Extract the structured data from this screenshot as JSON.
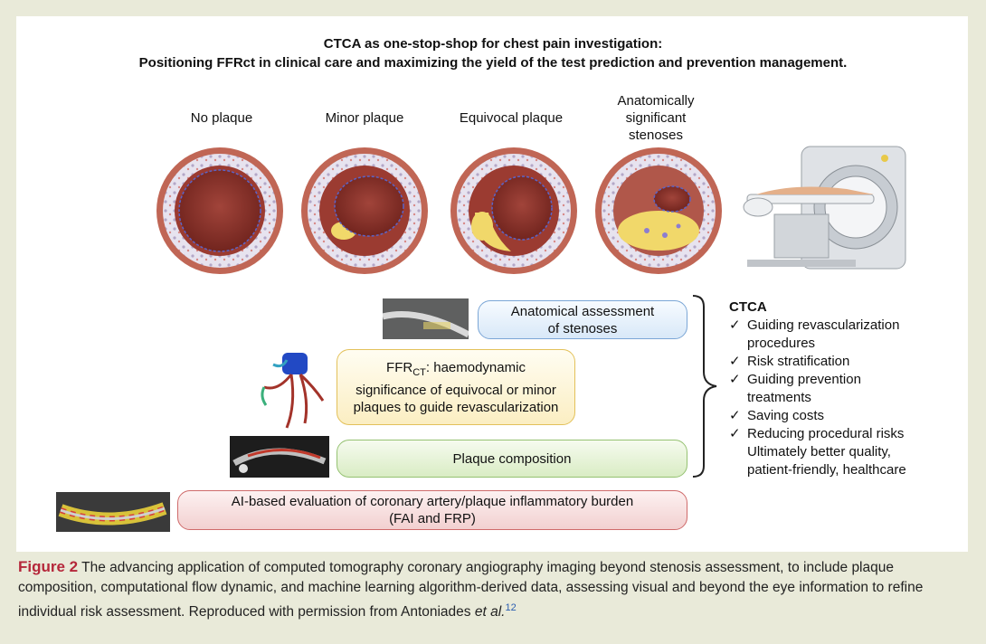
{
  "title_line1": "CTCA as one-stop-shop for chest pain investigation:",
  "title_line2": "Positioning FFRct in clinical care and maximizing the yield of the test prediction and prevention management.",
  "stages": [
    {
      "label": "No plaque"
    },
    {
      "label": "Minor plaque"
    },
    {
      "label": "Equivocal plaque"
    },
    {
      "label": "Anatomically significant stenoses"
    }
  ],
  "boxes": {
    "anatomical": {
      "line1": "Anatomical assessment",
      "line2": "of stenoses"
    },
    "ffrct": {
      "prefix": "FFR",
      "subscript": "CT",
      "line1_rest": ": haemodynamic",
      "line2": "significance of equivocal or minor",
      "line3": "plaques to guide revascularization"
    },
    "plaque_composition": {
      "label": "Plaque composition"
    },
    "ai": {
      "line1": "AI-based evaluation of coronary artery/plaque inflammatory burden",
      "line2": "(FAI and FRP)"
    }
  },
  "ctca": {
    "heading": "CTCA",
    "items": [
      {
        "lines": [
          "Guiding revascularization",
          "procedures"
        ]
      },
      {
        "lines": [
          "Risk stratification"
        ]
      },
      {
        "lines": [
          "Guiding prevention",
          "treatments"
        ]
      },
      {
        "lines": [
          "Saving costs"
        ]
      },
      {
        "lines": [
          "Reducing procedural risks"
        ]
      }
    ],
    "closing_lines": [
      "Ultimately better quality,",
      "patient-friendly, healthcare"
    ],
    "check_symbol": "✓"
  },
  "caption": {
    "figure_label": "Figure 2",
    "text": " The advancing application of computed tomography coronary angiography imaging beyond stenosis assessment, to include plaque composition, computational flow dynamic, and machine learning algorithm-derived data, assessing visual and beyond the eye information to refine individual risk assessment. Reproduced with permission from Antoniades ",
    "et_al": "et al.",
    "ref": "12"
  },
  "colors": {
    "caption_figure": "#b5273a",
    "vessel_outer": "#b5574a",
    "lumen": "#7a2820",
    "plaque": "#f1d86a"
  },
  "icons": [
    "ct-scanner-icon",
    "coronary-tree-icon",
    "angiography-thumbnail",
    "plaque-thumbnail",
    "inflammation-thumbnail"
  ]
}
